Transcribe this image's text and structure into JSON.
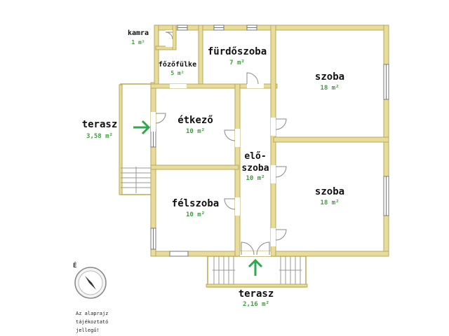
{
  "rooms": {
    "kamra": {
      "name": "kamra",
      "area": "1 m²"
    },
    "fozofulke": {
      "name": "főzőfülke",
      "area": "5 m²"
    },
    "furdoszoba": {
      "name": "fürdőszoba",
      "area": "7 m²"
    },
    "szoba_top": {
      "name": "szoba",
      "area": "18 m²"
    },
    "etkezo": {
      "name": "étkező",
      "area": "10 m²"
    },
    "eloszoba_1": {
      "name": "elő-"
    },
    "eloszoba_2": {
      "name": "szoba",
      "area": "10 m²"
    },
    "felszoba": {
      "name": "félszoba",
      "area": "10 m²"
    },
    "szoba_bottom": {
      "name": "szoba",
      "area": "18 m²"
    },
    "terasz_left": {
      "name": "terasz",
      "area": "3,58 m²"
    },
    "terasz_bottom": {
      "name": "terasz",
      "area": "2,16 m²"
    }
  },
  "compass": {
    "label": "É"
  },
  "disclaimer": {
    "line1": "Az alaprajz",
    "line2": "tájékoztató",
    "line3": "jellegű!"
  },
  "colors": {
    "wall": "#e8dc9a",
    "area_text": "#3aa13a",
    "arrow": "#2eaa4a"
  }
}
